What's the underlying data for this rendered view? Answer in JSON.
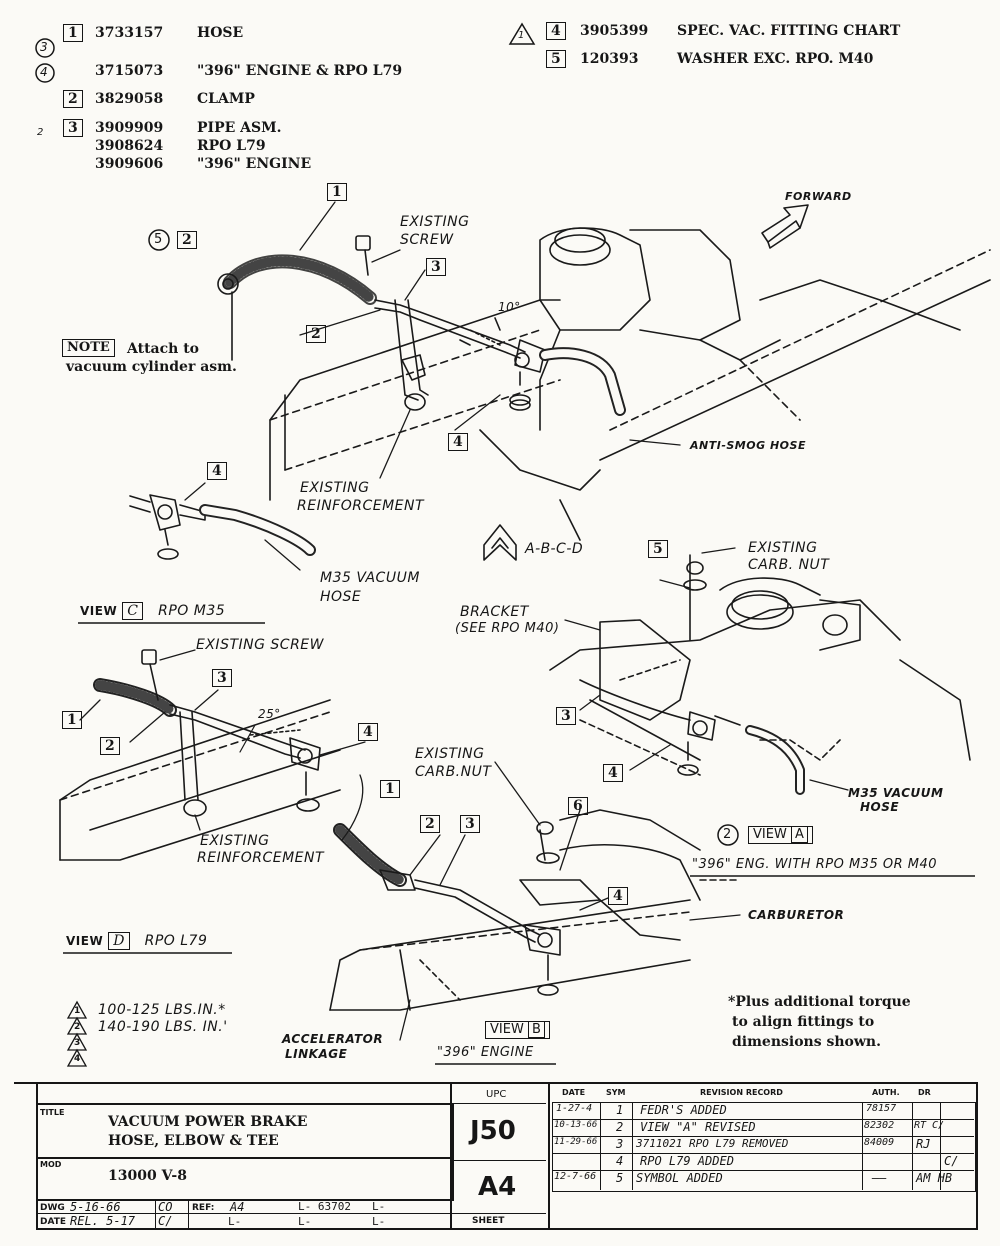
{
  "parts": [
    {
      "callout": "1",
      "number": "3733157",
      "description": "HOSE"
    },
    {
      "callout": "",
      "number": "3715073",
      "description": "\"396\" ENGINE & RPO L79"
    },
    {
      "callout": "2",
      "number": "3829058",
      "description": "CLAMP"
    },
    {
      "callout": "3",
      "number": "3909909",
      "description": "PIPE ASM."
    },
    {
      "callout": "",
      "number": "3908624",
      "description": "RPO L79"
    },
    {
      "callout": "",
      "number": "3909606",
      "description": "\"396\" ENGINE"
    },
    {
      "callout": "4",
      "number": "3905399",
      "description": "SPEC. VAC. FITTING CHART"
    },
    {
      "callout": "5",
      "number": "120393",
      "description": "WASHER EXC. RPO. M40"
    }
  ],
  "circle_marks": {
    "m3": "3",
    "m4": "4",
    "m5": "5",
    "m2": "2",
    "tri2": "2",
    "tri1": "1"
  },
  "labels": {
    "forward": "FORWARD",
    "existing_screw": "EXISTING SCREW",
    "existing_screw_lines": [
      "EXISTING",
      "SCREW"
    ],
    "note_tag": "NOTE",
    "note_text_1": "Attach to",
    "note_text_2": "vacuum cylinder asm.",
    "angle_10": "10°",
    "angle_25": "25°",
    "anti_smog": "ANTI-SMOG HOSE",
    "existing_reinf_1": "EXISTING",
    "existing_reinf_2": "REINFORCEMENT",
    "m35_hose_1": "M35 VACUUM",
    "m35_hose_2": "HOSE",
    "views_ref": "A-B-C-D",
    "existing_carb_nut_1": "EXISTING",
    "existing_carb_nut_2": "CARB. NUT",
    "existing_carb_nut_b_1": "EXISTING",
    "existing_carb_nut_b_2": "CARB.NUT",
    "bracket_1": "BRACKET",
    "bracket_2": "(SEE RPO M40)",
    "carburetor": "CARBURETOR",
    "accel_1": "ACCELERATOR",
    "accel_2": "LINKAGE",
    "m35_vac_b_1": "M35 VACUUM",
    "m35_vac_b_2": "HOSE"
  },
  "views": {
    "c": {
      "word": "VIEW",
      "letter": "C",
      "desc": "RPO M35"
    },
    "d": {
      "word": "VIEW",
      "letter": "D",
      "desc": "RPO L79"
    },
    "a": {
      "word": "VIEW",
      "letter": "A",
      "desc": "\"396\" ENG. WITH RPO M35 OR M40"
    },
    "b": {
      "word": "VIEW",
      "letter": "B",
      "desc": "\"396\" ENGINE"
    }
  },
  "torque": [
    {
      "mark": "1",
      "value": "100-125 LBS.IN.*"
    },
    {
      "mark": "2",
      "value": "140-190 LBS. IN.'"
    },
    {
      "mark": "3",
      "value": ""
    },
    {
      "mark": "4",
      "value": ""
    }
  ],
  "footnote": [
    "*Plus additional torque",
    "to align fittings to",
    "dimensions shown."
  ],
  "title_block": {
    "title_tag": "TITLE",
    "title_line1": "VACUUM POWER BRAKE",
    "title_line2": "HOSE, ELBOW & TEE",
    "mod_tag": "MOD",
    "model": "13000 V-8",
    "upc_header": "UPC",
    "upc": "J50",
    "sheet_code": "A4",
    "sheet_label": "SHEET",
    "dwg_label": "DWG",
    "dwg_date": "5-16-66",
    "dwg_init": "CO",
    "date_label": "DATE",
    "date_val": "REL. 5-17",
    "date_init": "C/",
    "ref_label": "REF:",
    "ref_val": "A4",
    "l1": "L- 63702",
    "l2": "L-",
    "l3": "L-",
    "l4": "L-",
    "l5": "L-",
    "rev_headers": {
      "date": "DATE",
      "sym": "SYM",
      "record": "REVISION RECORD",
      "auth": "AUTH.",
      "dr": "DR"
    },
    "revisions": [
      {
        "date": "1-27-4",
        "sym": "1",
        "record": "FEDR'S ADDED",
        "auth": "78157",
        "dr": ""
      },
      {
        "date": "10-13-66",
        "sym": "2",
        "record": "VIEW \"A\" REVISED",
        "auth": "82302",
        "dr": "RT C/"
      },
      {
        "date": "11-29-66",
        "sym": "3",
        "record": "3711021 RPO L79 REMOVED",
        "auth": "84009",
        "dr": "RJ"
      },
      {
        "date": "",
        "sym": "4",
        "record": "RPO L79 ADDED",
        "auth": "",
        "dr": "C/"
      },
      {
        "date": "12-7-66",
        "sym": "5",
        "record": "SYMBOL ADDED",
        "auth": "——",
        "dr": "AM HB"
      }
    ]
  }
}
